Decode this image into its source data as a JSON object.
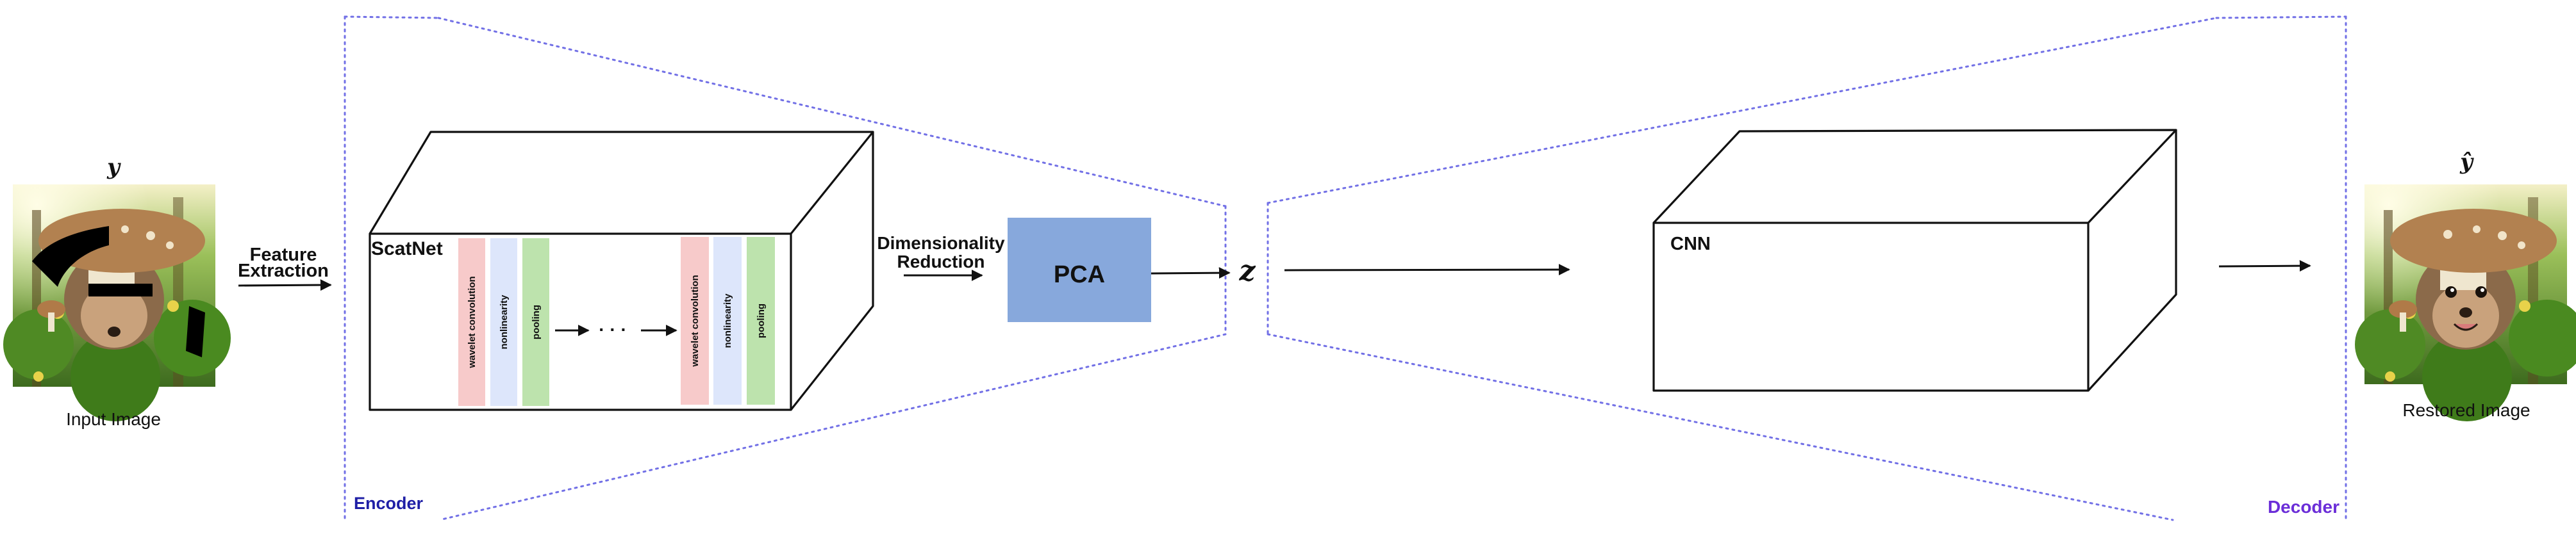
{
  "input": {
    "symbol": "y",
    "caption": "Input Image",
    "image": "hedgehog-mushroom-blurred-eyes"
  },
  "feature_extraction": {
    "line1": "Feature",
    "line2": "Extraction"
  },
  "encoder": {
    "label": "Encoder",
    "scatnet": {
      "title": "ScatNet",
      "group1": [
        "wavelet convolution",
        "nonlinearity",
        "pooling"
      ],
      "group2": [
        "wavelet convolution",
        "nonlinearity",
        "pooling"
      ],
      "ellipsis": "· · ·"
    },
    "dim_reduction": {
      "line1": "Dimensionality",
      "line2": "Reduction"
    },
    "pca": {
      "label": "PCA"
    }
  },
  "latent": {
    "symbol": "z"
  },
  "decoder": {
    "label": "Decoder",
    "cnn": {
      "title": "CNN"
    }
  },
  "output": {
    "symbol": "ŷ",
    "caption": "Restored Image",
    "image": "hedgehog-mushroom-restored"
  },
  "colors": {
    "accent_label": "#1f1fa6",
    "decoder_label": "#6b2ed8",
    "dotted_outline": "#7270e6",
    "pca_fill": "#87a8dc",
    "wavelet_fill": "#f7caca",
    "nonlinearity_fill": "#dde6fb",
    "pooling_fill": "#bde3ad"
  }
}
